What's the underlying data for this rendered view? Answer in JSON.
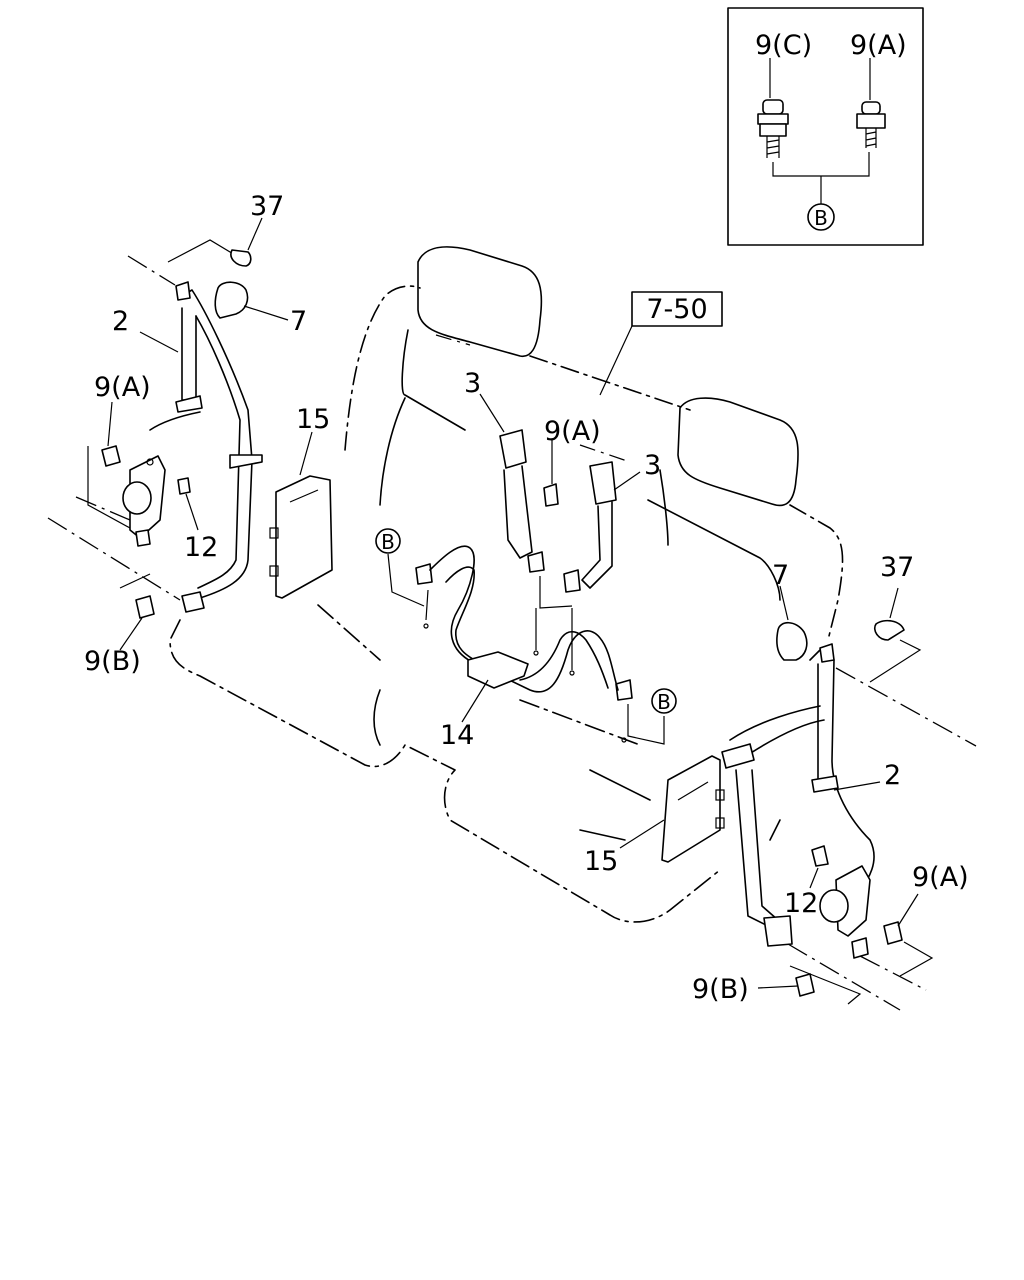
{
  "inset": {
    "callout_left": "9(C)",
    "callout_right": "9(A)",
    "group_marker": "B"
  },
  "ref_box": {
    "label": "7-50"
  },
  "callouts": {
    "c37_left": "37",
    "c7_left": "7",
    "c2_left": "2",
    "c9a_left": "9(A)",
    "c15_left": "15",
    "c12_left": "12",
    "c9b_left": "9(B)",
    "c3_upper": "3",
    "c9a_center": "9(A)",
    "c3_right": "3",
    "cB_center": "B",
    "c14": "14",
    "cB_lower": "B",
    "c7_right": "7",
    "c37_right": "37",
    "c2_right": "2",
    "c15_right": "15",
    "c12_right": "12",
    "c9a_right": "9(A)",
    "c9b_right": "9(B)"
  }
}
